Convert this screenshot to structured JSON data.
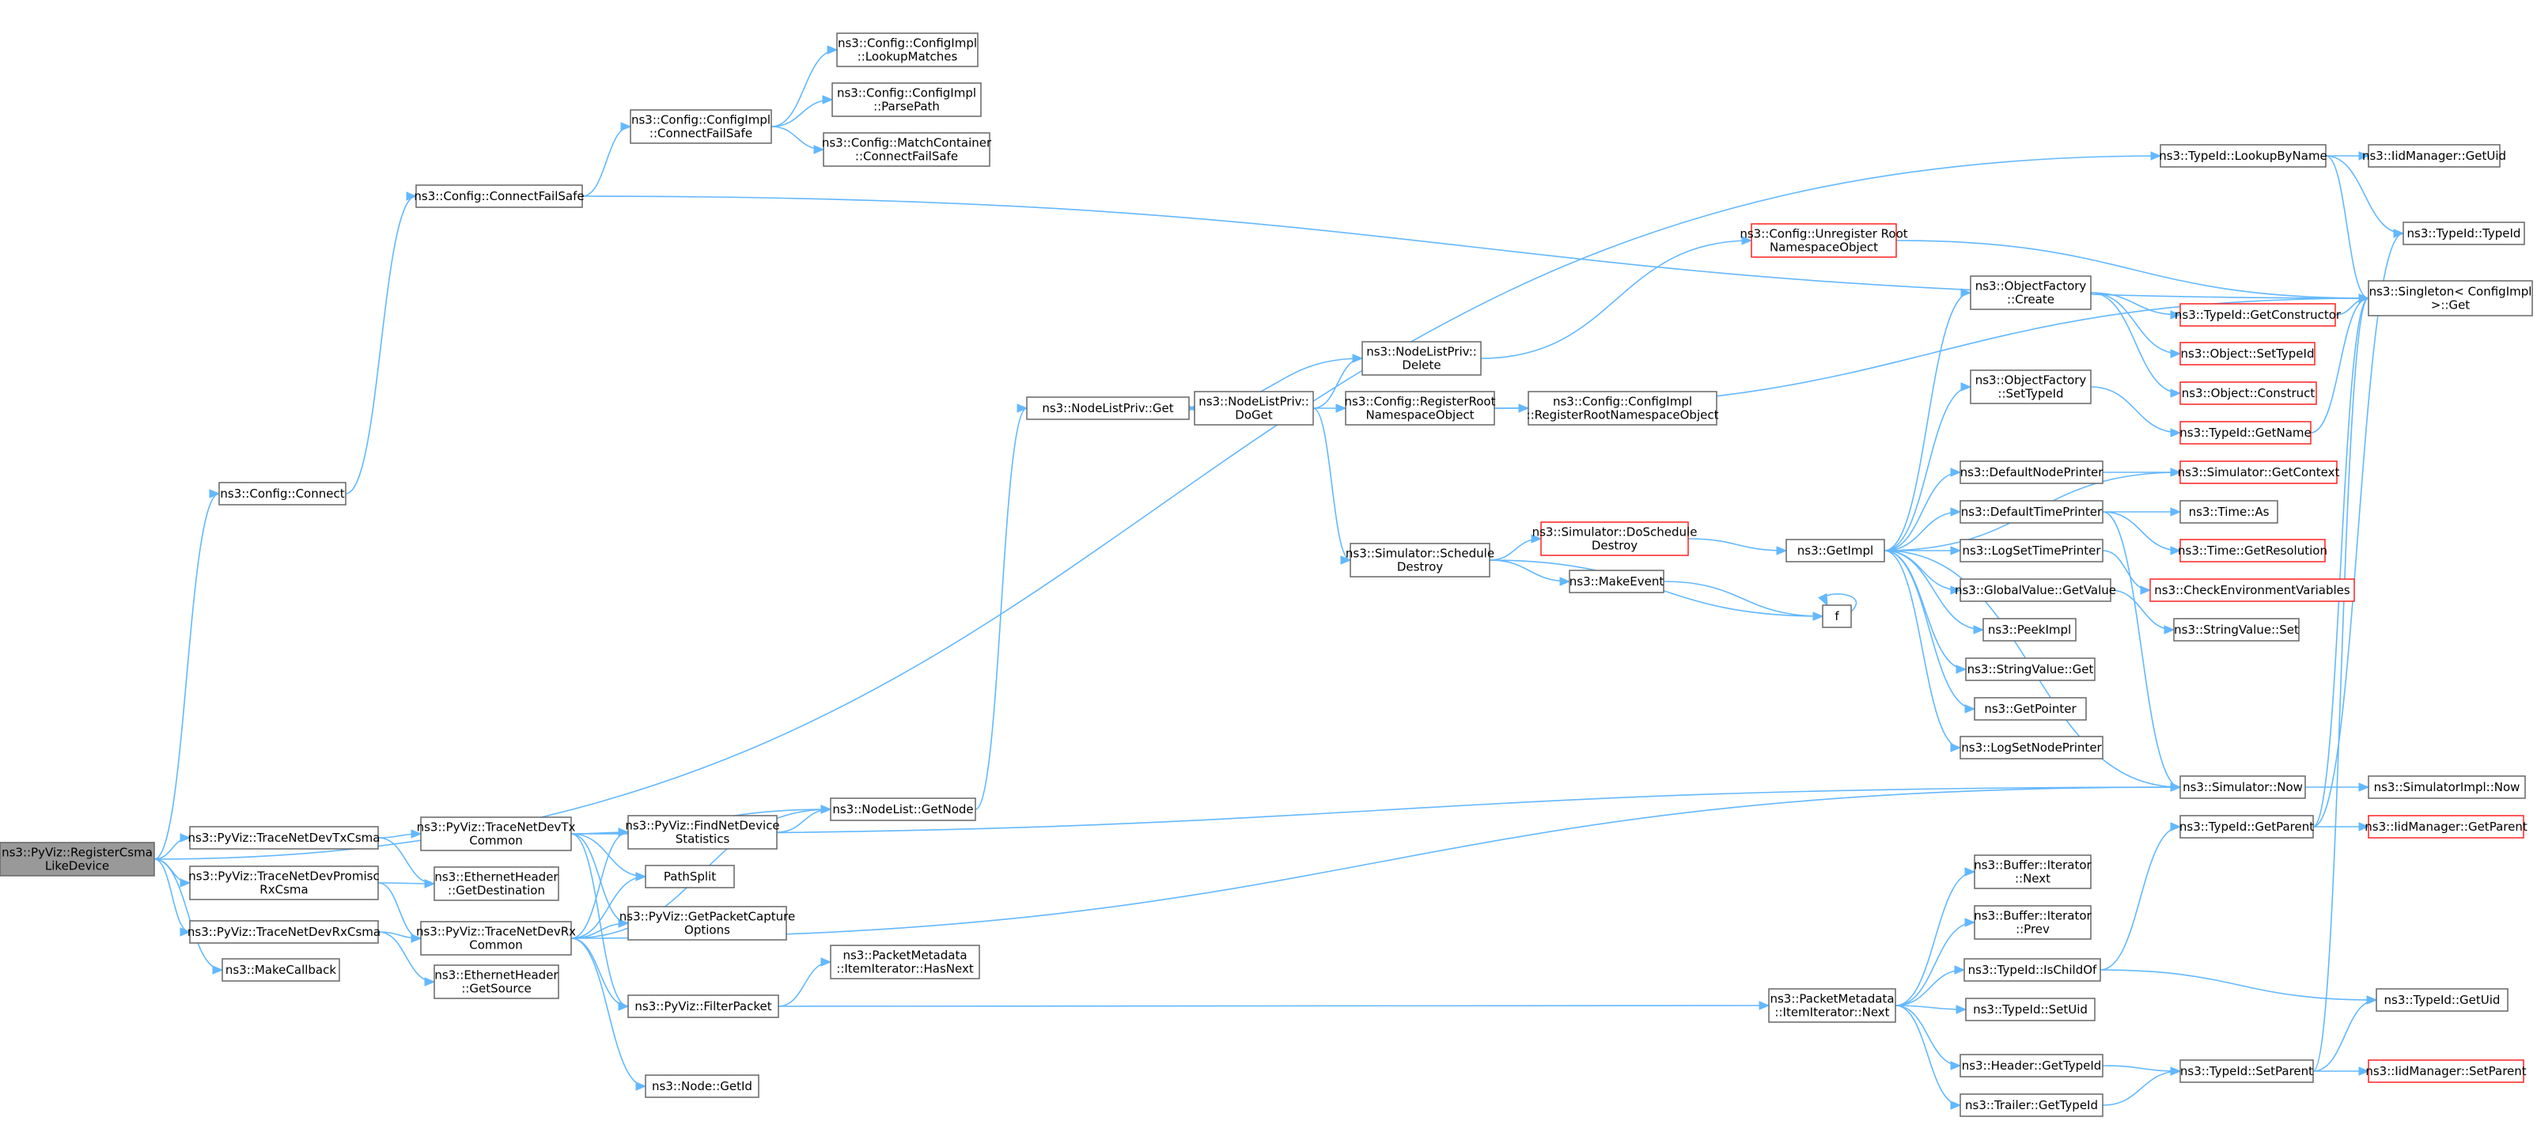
{
  "graph": {
    "nodes": [
      {
        "id": "root",
        "lines": [
          "ns3::PyViz::RegisterCsma",
          "LikeDevice"
        ],
        "style": "root"
      },
      {
        "id": "cfgConnect",
        "lines": [
          "ns3::Config::Connect"
        ]
      },
      {
        "id": "cfgConnectFailSafe",
        "lines": [
          "ns3::Config::ConnectFailSafe"
        ]
      },
      {
        "id": "cfgImplConnectFailSafe",
        "lines": [
          "ns3::Config::ConfigImpl",
          "::ConnectFailSafe"
        ]
      },
      {
        "id": "lookupMatches",
        "lines": [
          "ns3::Config::ConfigImpl",
          "::LookupMatches"
        ]
      },
      {
        "id": "parsePath",
        "lines": [
          "ns3::Config::ConfigImpl",
          "::ParsePath"
        ]
      },
      {
        "id": "matchContainer",
        "lines": [
          "ns3::Config::MatchContainer",
          "::ConnectFailSafe"
        ]
      },
      {
        "id": "typeIdLookup",
        "lines": [
          "ns3::TypeId::LookupByName"
        ]
      },
      {
        "id": "iidGetUid",
        "lines": [
          "ns3::IidManager::GetUid"
        ]
      },
      {
        "id": "typeIdTypeId",
        "lines": [
          "ns3::TypeId::TypeId"
        ]
      },
      {
        "id": "singletonGet",
        "lines": [
          "ns3::Singleton< ConfigImpl",
          " >::Get"
        ]
      },
      {
        "id": "unregisterRoot",
        "lines": [
          "ns3::Config::Unregister Root",
          "NamespaceObject"
        ],
        "style": "red"
      },
      {
        "id": "nodeListPrivDelete",
        "lines": [
          "ns3::NodeListPriv::",
          "Delete"
        ]
      },
      {
        "id": "nodeListPrivGet",
        "lines": [
          "ns3::NodeListPriv::Get"
        ]
      },
      {
        "id": "nodeListPrivDoGet",
        "lines": [
          "ns3::NodeListPriv::",
          "DoGet"
        ]
      },
      {
        "id": "registerRoot",
        "lines": [
          "ns3::Config::RegisterRoot",
          "NamespaceObject"
        ]
      },
      {
        "id": "cfgImplRegisterRoot",
        "lines": [
          "ns3::Config::ConfigImpl",
          "::RegisterRootNamespaceObject"
        ]
      },
      {
        "id": "scheduleDestroy",
        "lines": [
          "ns3::Simulator::Schedule",
          "Destroy"
        ]
      },
      {
        "id": "doScheduleDestroy",
        "lines": [
          "ns3::Simulator::DoSchedule",
          "Destroy"
        ],
        "style": "red"
      },
      {
        "id": "makeEvent",
        "lines": [
          "ns3::MakeEvent"
        ]
      },
      {
        "id": "f",
        "lines": [
          "f"
        ]
      },
      {
        "id": "getImpl",
        "lines": [
          "ns3::GetImpl"
        ]
      },
      {
        "id": "objFactoryCreate",
        "lines": [
          "ns3::ObjectFactory",
          "::Create"
        ]
      },
      {
        "id": "objFactorySetTypeId",
        "lines": [
          "ns3::ObjectFactory",
          "::SetTypeId"
        ]
      },
      {
        "id": "getConstructor",
        "lines": [
          "ns3::TypeId::GetConstructor"
        ],
        "style": "red"
      },
      {
        "id": "objectSetTypeId",
        "lines": [
          "ns3::Object::SetTypeId"
        ],
        "style": "red"
      },
      {
        "id": "objectConstruct",
        "lines": [
          "ns3::Object::Construct"
        ],
        "style": "red"
      },
      {
        "id": "typeIdGetName",
        "lines": [
          "ns3::TypeId::GetName"
        ],
        "style": "red"
      },
      {
        "id": "defaultNodePrinter",
        "lines": [
          "ns3::DefaultNodePrinter"
        ]
      },
      {
        "id": "simGetContext",
        "lines": [
          "ns3::Simulator::GetContext"
        ],
        "style": "red"
      },
      {
        "id": "defaultTimePrinter",
        "lines": [
          "ns3::DefaultTimePrinter"
        ]
      },
      {
        "id": "timeAs",
        "lines": [
          "ns3::Time::As"
        ]
      },
      {
        "id": "timeGetResolution",
        "lines": [
          "ns3::Time::GetResolution"
        ],
        "style": "red"
      },
      {
        "id": "logSetTimePrinter",
        "lines": [
          "ns3::LogSetTimePrinter"
        ]
      },
      {
        "id": "checkEnv",
        "lines": [
          "ns3::CheckEnvironmentVariables"
        ],
        "style": "red"
      },
      {
        "id": "globalValueGet",
        "lines": [
          "ns3::GlobalValue::GetValue"
        ]
      },
      {
        "id": "stringValueSet",
        "lines": [
          "ns3::StringValue::Set"
        ]
      },
      {
        "id": "peekImpl",
        "lines": [
          "ns3::PeekImpl"
        ]
      },
      {
        "id": "stringValueGet",
        "lines": [
          "ns3::StringValue::Get"
        ]
      },
      {
        "id": "getPointer",
        "lines": [
          "ns3::GetPointer"
        ]
      },
      {
        "id": "logSetNodePrinter",
        "lines": [
          "ns3::LogSetNodePrinter"
        ]
      },
      {
        "id": "simNow",
        "lines": [
          "ns3::Simulator::Now"
        ]
      },
      {
        "id": "simImplNow",
        "lines": [
          "ns3::SimulatorImpl::Now"
        ]
      },
      {
        "id": "typeIdGetParent",
        "lines": [
          "ns3::TypeId::GetParent"
        ]
      },
      {
        "id": "iidGetParent",
        "lines": [
          "ns3::IidManager::GetParent"
        ],
        "style": "red"
      },
      {
        "id": "traceTxCsma",
        "lines": [
          "ns3::PyViz::TraceNetDevTxCsma"
        ]
      },
      {
        "id": "tracePromisc",
        "lines": [
          "ns3::PyViz::TraceNetDevPromisc",
          "RxCsma"
        ]
      },
      {
        "id": "traceRxCsma",
        "lines": [
          "ns3::PyViz::TraceNetDevRxCsma"
        ]
      },
      {
        "id": "makeCallback",
        "lines": [
          "ns3::MakeCallback"
        ]
      },
      {
        "id": "traceTxCommon",
        "lines": [
          "ns3::PyViz::TraceNetDevTx",
          "Common"
        ]
      },
      {
        "id": "traceRxCommon",
        "lines": [
          "ns3::PyViz::TraceNetDevRx",
          "Common"
        ]
      },
      {
        "id": "ethGetDest",
        "lines": [
          "ns3::EthernetHeader",
          "::GetDestination"
        ]
      },
      {
        "id": "ethGetSource",
        "lines": [
          "ns3::EthernetHeader",
          "::GetSource"
        ]
      },
      {
        "id": "findNetDevStats",
        "lines": [
          "ns3::PyViz::FindNetDevice",
          "Statistics"
        ]
      },
      {
        "id": "pathSplit",
        "lines": [
          "PathSplit"
        ]
      },
      {
        "id": "getPacketCapture",
        "lines": [
          "ns3::PyViz::GetPacketCapture",
          "Options"
        ]
      },
      {
        "id": "filterPacket",
        "lines": [
          "ns3::PyViz::FilterPacket"
        ]
      },
      {
        "id": "nodeGetId",
        "lines": [
          "ns3::Node::GetId"
        ]
      },
      {
        "id": "nodeListGetNode",
        "lines": [
          "ns3::NodeList::GetNode"
        ]
      },
      {
        "id": "pmHasNext",
        "lines": [
          "ns3::PacketMetadata",
          "::ItemIterator::HasNext"
        ]
      },
      {
        "id": "pmNext",
        "lines": [
          "ns3::PacketMetadata",
          "::ItemIterator::Next"
        ]
      },
      {
        "id": "bufIterNext",
        "lines": [
          "ns3::Buffer::Iterator",
          "::Next"
        ]
      },
      {
        "id": "bufIterPrev",
        "lines": [
          "ns3::Buffer::Iterator",
          "::Prev"
        ]
      },
      {
        "id": "typeIdIsChildOf",
        "lines": [
          "ns3::TypeId::IsChildOf"
        ]
      },
      {
        "id": "typeIdSetUid",
        "lines": [
          "ns3::TypeId::SetUid"
        ]
      },
      {
        "id": "headerGetTypeId",
        "lines": [
          "ns3::Header::GetTypeId"
        ]
      },
      {
        "id": "trailerGetTypeId",
        "lines": [
          "ns3::Trailer::GetTypeId"
        ]
      },
      {
        "id": "typeIdGetUid",
        "lines": [
          "ns3::TypeId::GetUid"
        ]
      },
      {
        "id": "typeIdSetParent",
        "lines": [
          "ns3::TypeId::SetParent"
        ]
      },
      {
        "id": "iidSetParent",
        "lines": [
          "ns3::IidManager::SetParent"
        ],
        "style": "red"
      }
    ],
    "edges": [
      [
        "root",
        "cfgConnect"
      ],
      [
        "root",
        "typeIdLookup"
      ],
      [
        "root",
        "traceTxCsma"
      ],
      [
        "root",
        "tracePromisc"
      ],
      [
        "root",
        "traceRxCsma"
      ],
      [
        "root",
        "makeCallback"
      ],
      [
        "cfgConnect",
        "cfgConnectFailSafe"
      ],
      [
        "cfgConnectFailSafe",
        "cfgImplConnectFailSafe"
      ],
      [
        "cfgConnectFailSafe",
        "singletonGet"
      ],
      [
        "cfgImplConnectFailSafe",
        "lookupMatches"
      ],
      [
        "cfgImplConnectFailSafe",
        "parsePath"
      ],
      [
        "cfgImplConnectFailSafe",
        "matchContainer"
      ],
      [
        "typeIdLookup",
        "iidGetUid"
      ],
      [
        "typeIdLookup",
        "typeIdTypeId"
      ],
      [
        "typeIdLookup",
        "singletonGet"
      ],
      [
        "unregisterRoot",
        "singletonGet"
      ],
      [
        "nodeListPrivDelete",
        "unregisterRoot"
      ],
      [
        "nodeListPrivDelete",
        "nodeListPrivGet"
      ],
      [
        "nodeListPrivGet",
        "nodeListPrivDoGet"
      ],
      [
        "nodeListPrivDoGet",
        "nodeListPrivDelete"
      ],
      [
        "nodeListPrivDoGet",
        "registerRoot"
      ],
      [
        "nodeListPrivDoGet",
        "scheduleDestroy"
      ],
      [
        "registerRoot",
        "cfgImplRegisterRoot"
      ],
      [
        "registerRoot",
        "singletonGet"
      ],
      [
        "scheduleDestroy",
        "doScheduleDestroy"
      ],
      [
        "scheduleDestroy",
        "makeEvent"
      ],
      [
        "scheduleDestroy",
        "f"
      ],
      [
        "doScheduleDestroy",
        "getImpl"
      ],
      [
        "makeEvent",
        "f"
      ],
      [
        "f",
        "f"
      ],
      [
        "getImpl",
        "objFactoryCreate"
      ],
      [
        "getImpl",
        "objFactorySetTypeId"
      ],
      [
        "getImpl",
        "defaultNodePrinter"
      ],
      [
        "getImpl",
        "defaultTimePrinter"
      ],
      [
        "getImpl",
        "logSetTimePrinter"
      ],
      [
        "getImpl",
        "globalValueGet"
      ],
      [
        "getImpl",
        "peekImpl"
      ],
      [
        "getImpl",
        "stringValueGet"
      ],
      [
        "getImpl",
        "getPointer"
      ],
      [
        "getImpl",
        "logSetNodePrinter"
      ],
      [
        "getImpl",
        "simNow"
      ],
      [
        "getImpl",
        "simGetContext"
      ],
      [
        "objFactoryCreate",
        "getConstructor"
      ],
      [
        "objFactoryCreate",
        "objectSetTypeId"
      ],
      [
        "objFactoryCreate",
        "objectConstruct"
      ],
      [
        "objFactorySetTypeId",
        "typeIdGetName"
      ],
      [
        "getConstructor",
        "singletonGet"
      ],
      [
        "typeIdGetName",
        "singletonGet"
      ],
      [
        "defaultNodePrinter",
        "simGetContext"
      ],
      [
        "defaultTimePrinter",
        "timeAs"
      ],
      [
        "defaultTimePrinter",
        "timeGetResolution"
      ],
      [
        "defaultTimePrinter",
        "simNow"
      ],
      [
        "logSetTimePrinter",
        "checkEnv"
      ],
      [
        "globalValueGet",
        "stringValueSet"
      ],
      [
        "simNow",
        "simImplNow"
      ],
      [
        "typeIdGetParent",
        "iidGetParent"
      ],
      [
        "typeIdGetParent",
        "typeIdTypeId"
      ],
      [
        "typeIdGetParent",
        "singletonGet"
      ],
      [
        "traceTxCsma",
        "traceTxCommon"
      ],
      [
        "traceTxCsma",
        "ethGetDest"
      ],
      [
        "tracePromisc",
        "traceRxCommon"
      ],
      [
        "tracePromisc",
        "ethGetDest"
      ],
      [
        "traceRxCsma",
        "traceRxCommon"
      ],
      [
        "traceRxCsma",
        "ethGetSource"
      ],
      [
        "traceTxCommon",
        "findNetDevStats"
      ],
      [
        "traceTxCommon",
        "pathSplit"
      ],
      [
        "traceTxCommon",
        "getPacketCapture"
      ],
      [
        "traceTxCommon",
        "filterPacket"
      ],
      [
        "traceTxCommon",
        "nodeListGetNode"
      ],
      [
        "traceTxCommon",
        "simNow"
      ],
      [
        "traceRxCommon",
        "findNetDevStats"
      ],
      [
        "traceRxCommon",
        "pathSplit"
      ],
      [
        "traceRxCommon",
        "getPacketCapture"
      ],
      [
        "traceRxCommon",
        "filterPacket"
      ],
      [
        "traceRxCommon",
        "nodeGetId"
      ],
      [
        "traceRxCommon",
        "nodeListGetNode"
      ],
      [
        "traceRxCommon",
        "simNow"
      ],
      [
        "findNetDevStats",
        "nodeListGetNode"
      ],
      [
        "nodeListGetNode",
        "nodeListPrivGet"
      ],
      [
        "filterPacket",
        "pmHasNext"
      ],
      [
        "filterPacket",
        "pmNext"
      ],
      [
        "pmNext",
        "bufIterNext"
      ],
      [
        "pmNext",
        "bufIterPrev"
      ],
      [
        "pmNext",
        "typeIdIsChildOf"
      ],
      [
        "pmNext",
        "typeIdSetUid"
      ],
      [
        "pmNext",
        "headerGetTypeId"
      ],
      [
        "pmNext",
        "trailerGetTypeId"
      ],
      [
        "typeIdIsChildOf",
        "typeIdGetParent"
      ],
      [
        "typeIdIsChildOf",
        "typeIdGetUid"
      ],
      [
        "headerGetTypeId",
        "typeIdSetParent"
      ],
      [
        "trailerGetTypeId",
        "typeIdSetParent"
      ],
      [
        "typeIdSetParent",
        "typeIdGetUid"
      ],
      [
        "typeIdSetParent",
        "iidSetParent"
      ],
      [
        "typeIdSetParent",
        "singletonGet"
      ]
    ]
  }
}
